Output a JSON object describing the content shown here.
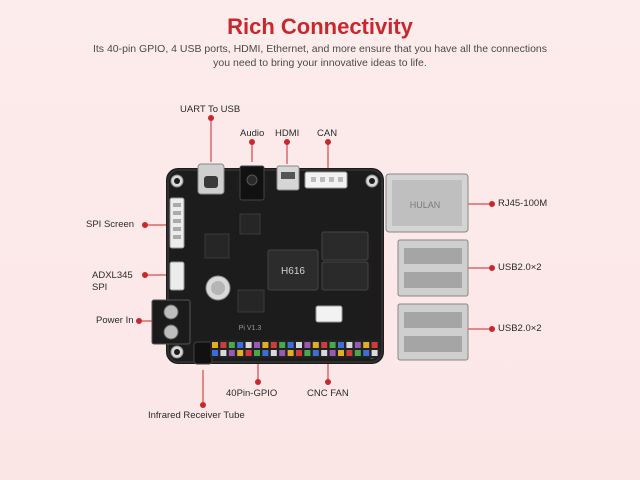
{
  "header": {
    "title": "Rich Connectivity",
    "subtitle": "Its 40-pin GPIO, 4 USB ports, HDMI, Ethernet, and more ensure that you have all the connections you need to bring your innovative ideas to life."
  },
  "board": {
    "chip_label": "H616",
    "pcb_label": "Pi V1.3",
    "rj45_text": "HULAN"
  },
  "labels": {
    "uart": "UART To USB",
    "audio": "Audio",
    "hdmi": "HDMI",
    "can": "CAN",
    "spi_screen": "SPI Screen",
    "rj45": "RJ45-100M",
    "adxl_line1": "ADXL345",
    "adxl_line2": "SPI",
    "usb_top": "USB2.0×2",
    "power": "Power In",
    "usb_bottom": "USB2.0×2",
    "gpio": "40Pin-GPIO",
    "cnc_fan": "CNC FAN",
    "ir": "Infrared Receiver Tube"
  },
  "colors": {
    "accent": "#c8282d",
    "pcb": "#1c1c1c",
    "background": "#fdecec"
  }
}
